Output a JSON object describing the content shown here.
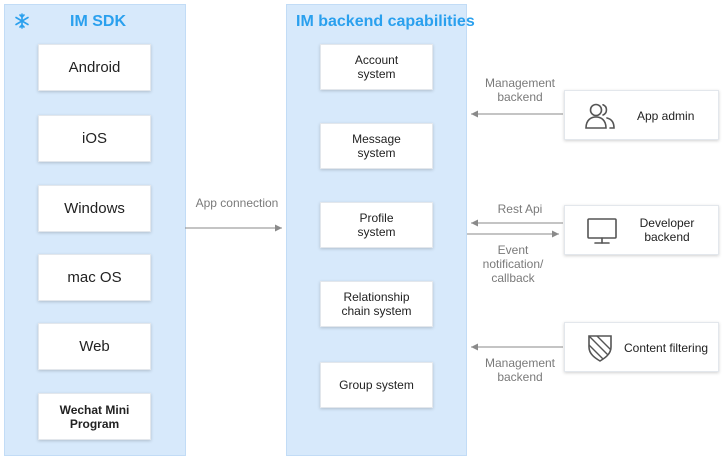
{
  "sdk_panel": {
    "title": "IM SDK",
    "icon": "snowflake-logo-icon",
    "items": [
      "Android",
      "iOS",
      "Windows",
      "mac OS",
      "Web",
      "Wechat Mini\nProgram"
    ]
  },
  "backend_panel": {
    "title": "IM backend capabilities",
    "items": [
      "Account\nsystem",
      "Message\nsystem",
      "Profile\nsystem",
      "Relationship\nchain system",
      "Group system"
    ]
  },
  "connections": {
    "app_connection": "App connection",
    "management_backend_top": "Management\nbackend",
    "rest_api": "Rest Api",
    "event_callback": "Event\nnotification/\ncallback",
    "management_backend_bottom": "Management\nbackend"
  },
  "external": {
    "app_admin": {
      "label": "App admin",
      "icon": "users-icon"
    },
    "developer_backend": {
      "label": "Developer\nbackend",
      "icon": "monitor-icon"
    },
    "content_filtering": {
      "label": "Content filtering",
      "icon": "shield-icon"
    }
  },
  "colors": {
    "accent": "#2aa0ee",
    "panel_bg": "#d7e9fb",
    "arrow": "#8a8a8a"
  }
}
